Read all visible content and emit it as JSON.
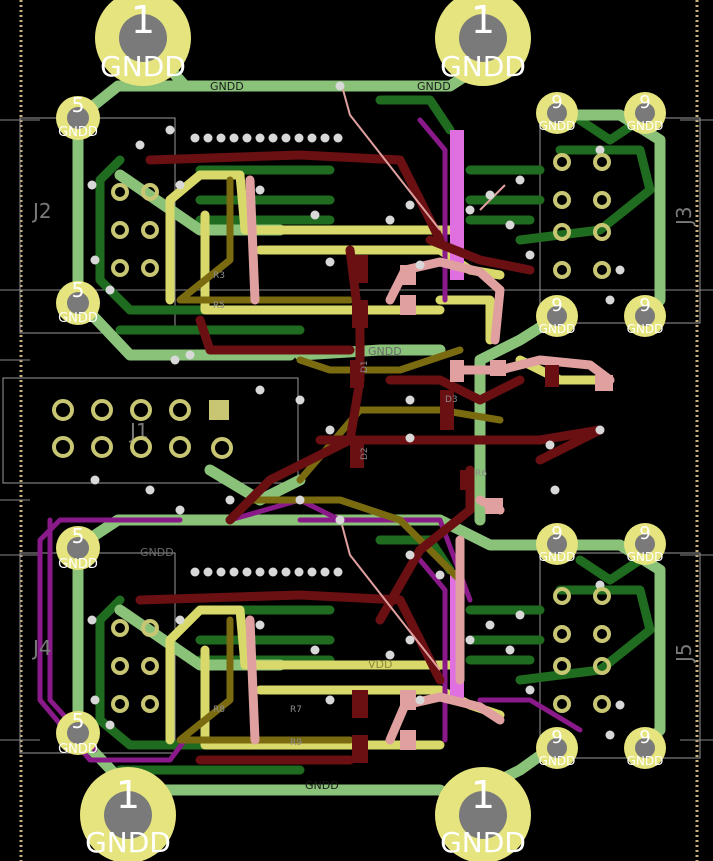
{
  "board": {
    "net_label": "GNDD",
    "mount_pin": "1",
    "corner_pin_a": "5",
    "corner_pin_b": "9"
  },
  "trace_labels": {
    "top": [
      "GNDD",
      "GNDD"
    ],
    "middle": "GNDD",
    "lower": "GNDD",
    "bottom": "GNDD",
    "vdd": "VDD"
  },
  "connectors": {
    "j1": "J1",
    "j2": "J2",
    "j3": "J3",
    "j4": "J4",
    "j5": "J5"
  },
  "parts": {
    "d1": "D1",
    "d2": "D2",
    "d3": "D3",
    "r3": "R3",
    "r5": "R5",
    "r6": "R6",
    "r7": "R7",
    "r8": "R8",
    "r9": "R9"
  },
  "colors": {
    "background": "#000000",
    "pad": "#e6e47e",
    "pad_hole": "#7a7a7a",
    "top_copper": "#8ac27a",
    "inner_green": "#1f6b1f",
    "yellow_trace": "#d9d86a",
    "maroon_trace": "#6a0f12",
    "olive_trace": "#7a6a10",
    "pink_trace": "#e0a0a0",
    "violet_trace": "#8a1a8a",
    "edge": "#c8b07a"
  }
}
